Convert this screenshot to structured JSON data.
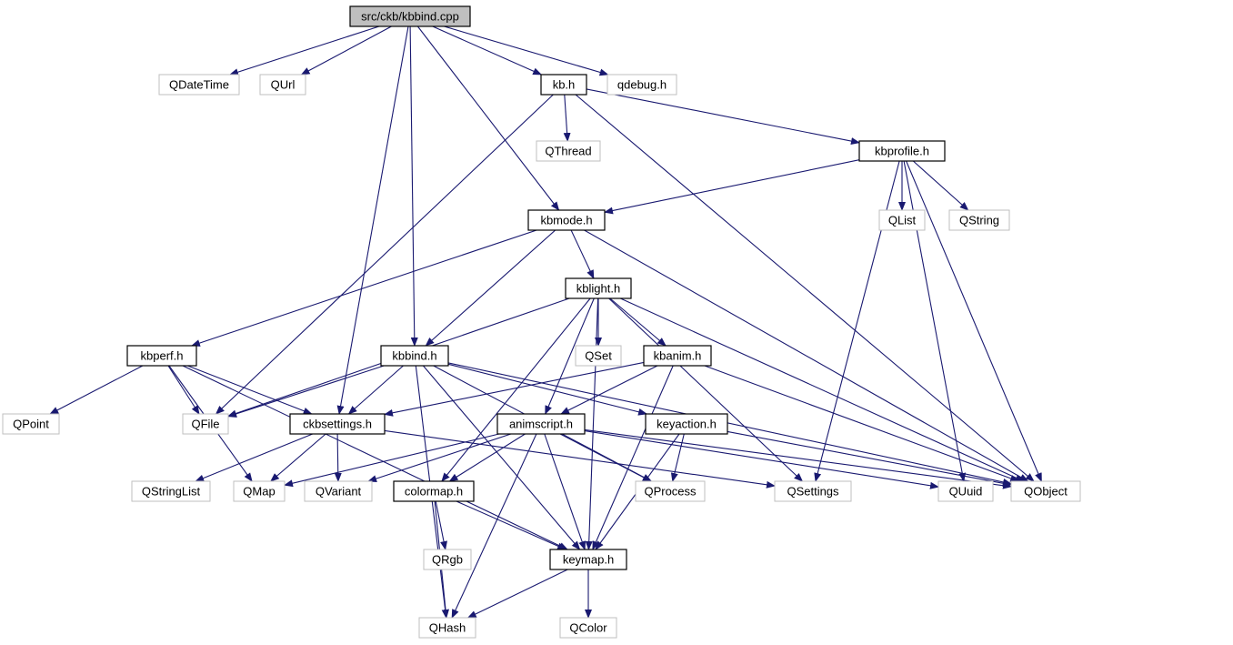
{
  "graph": {
    "root": "kbbind_cpp",
    "colors": {
      "edge": "#191970",
      "root_fill": "#bfbfbf",
      "external_border": "#bfbfbf",
      "internal_border": "#000000"
    },
    "nodes": [
      {
        "id": "kbbind_cpp",
        "label": "src/ckb/kbbind.cpp",
        "kind": "root"
      },
      {
        "id": "QDateTime",
        "label": "QDateTime",
        "kind": "external"
      },
      {
        "id": "QUrl",
        "label": "QUrl",
        "kind": "external"
      },
      {
        "id": "kb_h",
        "label": "kb.h",
        "kind": "internal"
      },
      {
        "id": "qdebug_h",
        "label": "qdebug.h",
        "kind": "external"
      },
      {
        "id": "QThread",
        "label": "QThread",
        "kind": "external"
      },
      {
        "id": "kbprofile_h",
        "label": "kbprofile.h",
        "kind": "internal"
      },
      {
        "id": "kbmode_h",
        "label": "kbmode.h",
        "kind": "internal"
      },
      {
        "id": "QList",
        "label": "QList",
        "kind": "external"
      },
      {
        "id": "QString",
        "label": "QString",
        "kind": "external"
      },
      {
        "id": "kblight_h",
        "label": "kblight.h",
        "kind": "internal"
      },
      {
        "id": "kbperf_h",
        "label": "kbperf.h",
        "kind": "internal"
      },
      {
        "id": "kbbind_h",
        "label": "kbbind.h",
        "kind": "internal"
      },
      {
        "id": "QSet",
        "label": "QSet",
        "kind": "external"
      },
      {
        "id": "kbanim_h",
        "label": "kbanim.h",
        "kind": "internal"
      },
      {
        "id": "QPoint",
        "label": "QPoint",
        "kind": "external"
      },
      {
        "id": "QFile",
        "label": "QFile",
        "kind": "external"
      },
      {
        "id": "ckbsettings_h",
        "label": "ckbsettings.h",
        "kind": "internal"
      },
      {
        "id": "animscript_h",
        "label": "animscript.h",
        "kind": "internal"
      },
      {
        "id": "keyaction_h",
        "label": "keyaction.h",
        "kind": "internal"
      },
      {
        "id": "QStringList",
        "label": "QStringList",
        "kind": "external"
      },
      {
        "id": "QMap",
        "label": "QMap",
        "kind": "external"
      },
      {
        "id": "QVariant",
        "label": "QVariant",
        "kind": "external"
      },
      {
        "id": "colormap_h",
        "label": "colormap.h",
        "kind": "internal"
      },
      {
        "id": "QProcess",
        "label": "QProcess",
        "kind": "external"
      },
      {
        "id": "QSettings",
        "label": "QSettings",
        "kind": "external"
      },
      {
        "id": "QUuid",
        "label": "QUuid",
        "kind": "external"
      },
      {
        "id": "QObject",
        "label": "QObject",
        "kind": "external"
      },
      {
        "id": "QRgb",
        "label": "QRgb",
        "kind": "external"
      },
      {
        "id": "keymap_h",
        "label": "keymap.h",
        "kind": "internal"
      },
      {
        "id": "QHash",
        "label": "QHash",
        "kind": "external"
      },
      {
        "id": "QColor",
        "label": "QColor",
        "kind": "external"
      }
    ],
    "edges": [
      [
        "kbbind_cpp",
        "QDateTime"
      ],
      [
        "kbbind_cpp",
        "QUrl"
      ],
      [
        "kbbind_cpp",
        "kb_h"
      ],
      [
        "kbbind_cpp",
        "qdebug_h"
      ],
      [
        "kbbind_cpp",
        "kbmode_h"
      ],
      [
        "kbbind_cpp",
        "kbbind_h"
      ],
      [
        "kbbind_cpp",
        "ckbsettings_h"
      ],
      [
        "kb_h",
        "QThread"
      ],
      [
        "kb_h",
        "kbprofile_h"
      ],
      [
        "kb_h",
        "QObject"
      ],
      [
        "kb_h",
        "QFile"
      ],
      [
        "kbprofile_h",
        "kbmode_h"
      ],
      [
        "kbprofile_h",
        "QList"
      ],
      [
        "kbprofile_h",
        "QString"
      ],
      [
        "kbprofile_h",
        "QSettings"
      ],
      [
        "kbprofile_h",
        "QUuid"
      ],
      [
        "kbprofile_h",
        "QObject"
      ],
      [
        "kbmode_h",
        "kblight_h"
      ],
      [
        "kbmode_h",
        "kbperf_h"
      ],
      [
        "kbmode_h",
        "kbbind_h"
      ],
      [
        "kbmode_h",
        "QObject"
      ],
      [
        "kblight_h",
        "QSet"
      ],
      [
        "kblight_h",
        "kbanim_h"
      ],
      [
        "kblight_h",
        "QFile"
      ],
      [
        "kblight_h",
        "animscript_h"
      ],
      [
        "kblight_h",
        "colormap_h"
      ],
      [
        "kblight_h",
        "QSettings"
      ],
      [
        "kblight_h",
        "QObject"
      ],
      [
        "kblight_h",
        "keymap_h"
      ],
      [
        "kbperf_h",
        "QPoint"
      ],
      [
        "kbperf_h",
        "QFile"
      ],
      [
        "kbperf_h",
        "ckbsettings_h"
      ],
      [
        "kbperf_h",
        "QMap"
      ],
      [
        "kbperf_h",
        "keymap_h"
      ],
      [
        "kbbind_h",
        "QFile"
      ],
      [
        "kbbind_h",
        "ckbsettings_h"
      ],
      [
        "kbbind_h",
        "keyaction_h"
      ],
      [
        "kbbind_h",
        "QProcess"
      ],
      [
        "kbbind_h",
        "QObject"
      ],
      [
        "kbbind_h",
        "keymap_h"
      ],
      [
        "kbbind_h",
        "QHash"
      ],
      [
        "kbanim_h",
        "animscript_h"
      ],
      [
        "kbanim_h",
        "ckbsettings_h"
      ],
      [
        "kbanim_h",
        "QObject"
      ],
      [
        "kbanim_h",
        "keymap_h"
      ],
      [
        "ckbsettings_h",
        "QStringList"
      ],
      [
        "ckbsettings_h",
        "QMap"
      ],
      [
        "ckbsettings_h",
        "QVariant"
      ],
      [
        "ckbsettings_h",
        "QSettings"
      ],
      [
        "animscript_h",
        "QMap"
      ],
      [
        "animscript_h",
        "QVariant"
      ],
      [
        "animscript_h",
        "colormap_h"
      ],
      [
        "animscript_h",
        "QProcess"
      ],
      [
        "animscript_h",
        "QUuid"
      ],
      [
        "animscript_h",
        "QObject"
      ],
      [
        "animscript_h",
        "keymap_h"
      ],
      [
        "animscript_h",
        "QHash"
      ],
      [
        "keyaction_h",
        "QProcess"
      ],
      [
        "keyaction_h",
        "QObject"
      ],
      [
        "keyaction_h",
        "keymap_h"
      ],
      [
        "colormap_h",
        "QRgb"
      ],
      [
        "colormap_h",
        "keymap_h"
      ],
      [
        "colormap_h",
        "QHash"
      ],
      [
        "keymap_h",
        "QHash"
      ],
      [
        "keymap_h",
        "QColor"
      ]
    ]
  }
}
